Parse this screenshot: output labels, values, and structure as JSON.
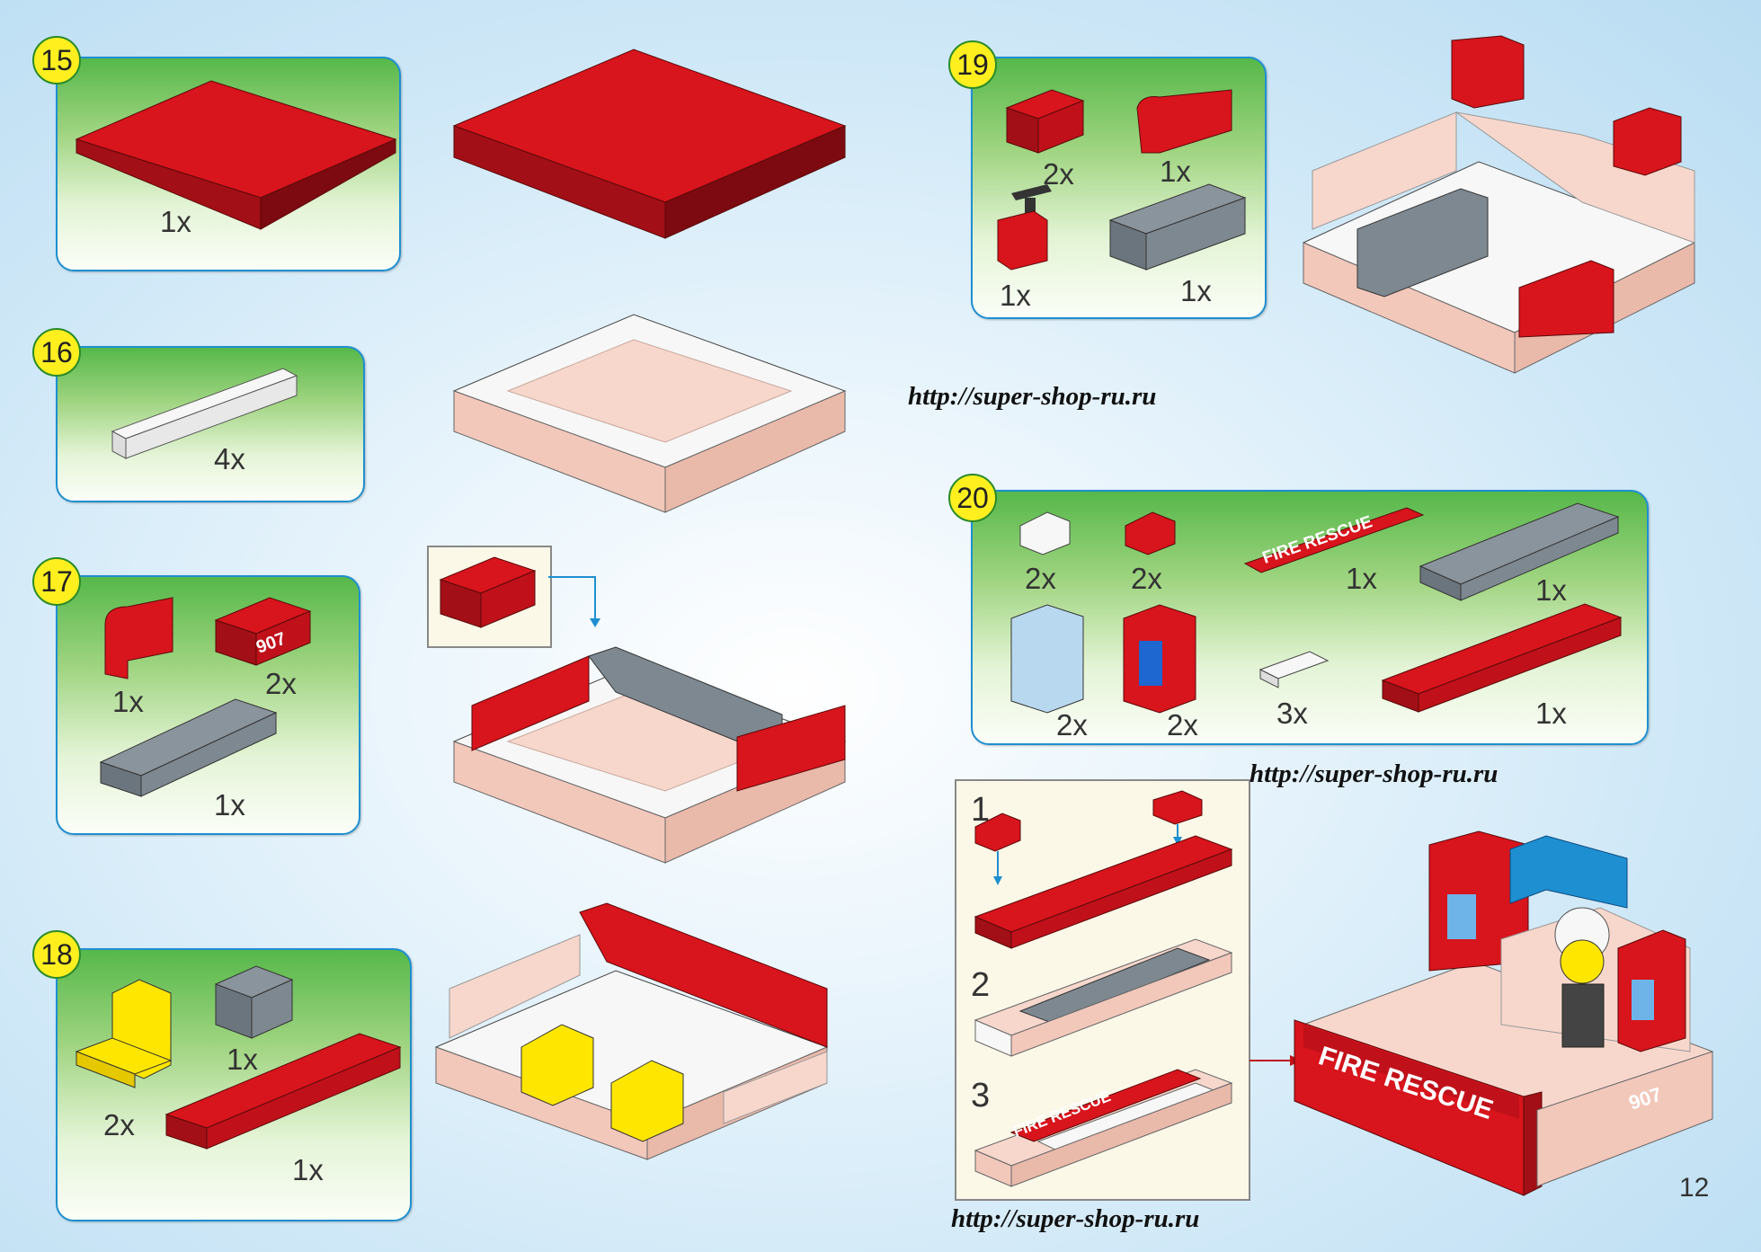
{
  "page_number": "12",
  "website": "http://super-shop-ru.ru",
  "urls": [
    "http://super-shop-ru.ru",
    "http://super-shop-ru.ru",
    "http://super-shop-ru.ru"
  ],
  "steps": [
    {
      "number": "15",
      "parts": [
        {
          "qty": "1x",
          "name": "red-plate-8x6"
        }
      ]
    },
    {
      "number": "16",
      "parts": [
        {
          "qty": "4x",
          "name": "white-plate-1x6"
        }
      ]
    },
    {
      "number": "17",
      "parts": [
        {
          "qty": "1x",
          "name": "red-curved-panel"
        },
        {
          "qty": "2x",
          "name": "red-brick-907"
        },
        {
          "qty": "1x",
          "name": "gray-brick-1x6"
        }
      ]
    },
    {
      "number": "18",
      "parts": [
        {
          "qty": "2x",
          "name": "yellow-seat"
        },
        {
          "qty": "1x",
          "name": "gray-brick-2x2"
        },
        {
          "qty": "1x",
          "name": "red-brick-1x8"
        }
      ]
    },
    {
      "number": "19",
      "parts": [
        {
          "qty": "2x",
          "name": "red-brick-1x2"
        },
        {
          "qty": "1x",
          "name": "red-curved-panel"
        },
        {
          "qty": "1x",
          "name": "red-steering-column"
        },
        {
          "qty": "1x",
          "name": "gray-technic-brick"
        }
      ]
    },
    {
      "number": "20",
      "parts": [
        {
          "qty": "2x",
          "name": "white-slope"
        },
        {
          "qty": "2x",
          "name": "red-slope"
        },
        {
          "qty": "1x",
          "name": "fire-rescue-tile"
        },
        {
          "qty": "1x",
          "name": "gray-plate-2x8"
        },
        {
          "qty": "2x",
          "name": "light-blue-panel"
        },
        {
          "qty": "2x",
          "name": "red-window-panel"
        },
        {
          "qty": "3x",
          "name": "white-grille-tile"
        },
        {
          "qty": "1x",
          "name": "red-plate-2x8"
        }
      ]
    }
  ],
  "sticker_label": "907",
  "tile_label": "FIRE RESCUE",
  "subassembly_steps": [
    "1",
    "2",
    "3"
  ],
  "colors": {
    "red": "#d8141c",
    "dark_red": "#9c0d14",
    "gray": "#7d8891",
    "white": "#f7f7f7",
    "pink": "#f7d7cc",
    "yellow": "#ffe600",
    "light_blue": "#b8d8ef",
    "blue": "#1e8fd0"
  }
}
